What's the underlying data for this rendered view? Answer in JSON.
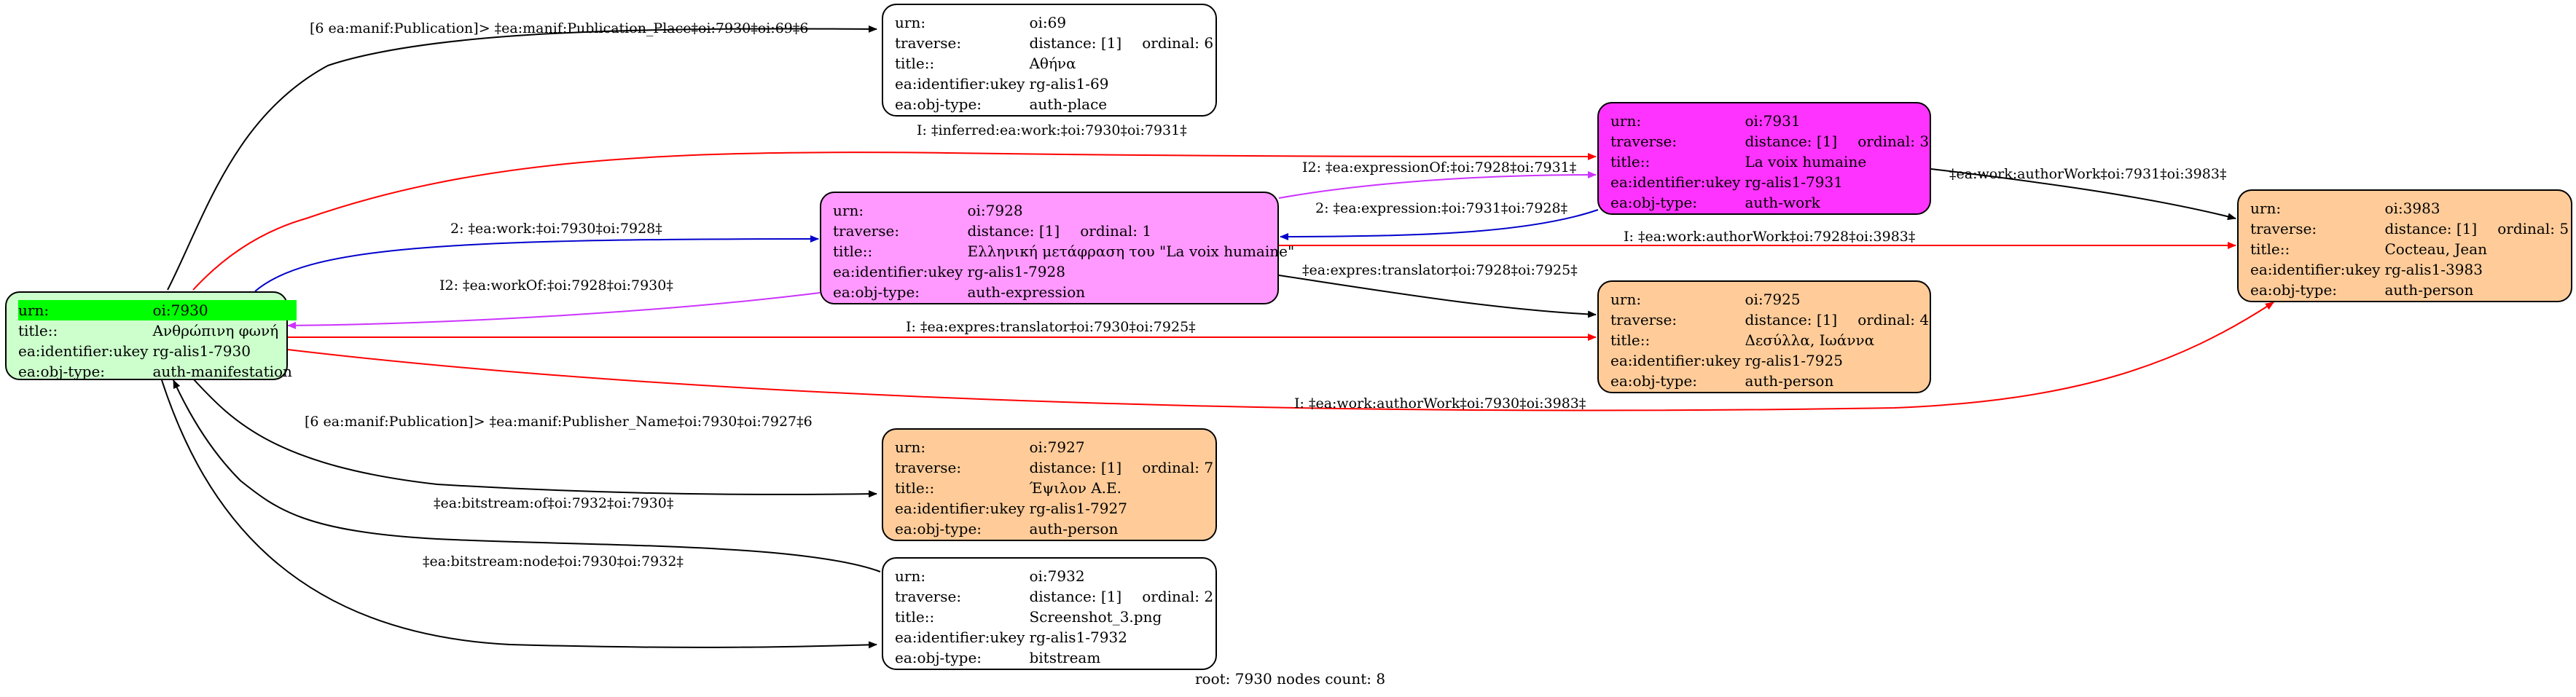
{
  "footer": "root: 7930 nodes count: 8",
  "colors": {
    "black": "#000000",
    "red": "#ff0000",
    "blue": "#0000cc",
    "magenta": "#cc33ff",
    "manifestation": "#ccffcc",
    "expression": "#ff99ff",
    "work": "#ff33ff",
    "person": "#ffcc99",
    "plain": "#ffffff",
    "root_highlight": "#00ff00"
  },
  "nodes": {
    "n7930": {
      "urn_k": "urn:",
      "urn_v": "oi:7930",
      "title_k": "title::",
      "title_v": "Ανθρώπινη φωνή",
      "ukey_k": "ea:identifier:ukey",
      "ukey_v": "rg-alis1-7930",
      "type_k": "ea:obj-type:",
      "type_v": "auth-manifestation"
    },
    "n69": {
      "urn_k": "urn:",
      "urn_v": "oi:69",
      "trav_k": "traverse:",
      "trav_v": "distance: [1]",
      "ord_v": "ordinal: 6",
      "title_k": "title::",
      "title_v": "Αθήνα",
      "ukey_k": "ea:identifier:ukey",
      "ukey_v": "rg-alis1-69",
      "type_k": "ea:obj-type:",
      "type_v": "auth-place"
    },
    "n7928": {
      "urn_k": "urn:",
      "urn_v": "oi:7928",
      "trav_k": "traverse:",
      "trav_v": "distance: [1]",
      "ord_v": "ordinal: 1",
      "title_k": "title::",
      "title_v": "Ελληνική μετάφραση του \"La voix humaine\"",
      "ukey_k": "ea:identifier:ukey",
      "ukey_v": "rg-alis1-7928",
      "type_k": "ea:obj-type:",
      "type_v": "auth-expression"
    },
    "n7931": {
      "urn_k": "urn:",
      "urn_v": "oi:7931",
      "trav_k": "traverse:",
      "trav_v": "distance: [1]",
      "ord_v": "ordinal: 3",
      "title_k": "title::",
      "title_v": "La voix humaine",
      "ukey_k": "ea:identifier:ukey",
      "ukey_v": "rg-alis1-7931",
      "type_k": "ea:obj-type:",
      "type_v": "auth-work"
    },
    "n3983": {
      "urn_k": "urn:",
      "urn_v": "oi:3983",
      "trav_k": "traverse:",
      "trav_v": "distance: [1]",
      "ord_v": "ordinal: 5",
      "title_k": "title::",
      "title_v": "Cocteau, Jean",
      "ukey_k": "ea:identifier:ukey",
      "ukey_v": "rg-alis1-3983",
      "type_k": "ea:obj-type:",
      "type_v": "auth-person"
    },
    "n7925": {
      "urn_k": "urn:",
      "urn_v": "oi:7925",
      "trav_k": "traverse:",
      "trav_v": "distance: [1]",
      "ord_v": "ordinal: 4",
      "title_k": "title::",
      "title_v": "Δεσύλλα, Ιωάννα",
      "ukey_k": "ea:identifier:ukey",
      "ukey_v": "rg-alis1-7925",
      "type_k": "ea:obj-type:",
      "type_v": "auth-person"
    },
    "n7927": {
      "urn_k": "urn:",
      "urn_v": "oi:7927",
      "trav_k": "traverse:",
      "trav_v": "distance: [1]",
      "ord_v": "ordinal: 7",
      "title_k": "title::",
      "title_v": "Έψιλον Α.Ε.",
      "ukey_k": "ea:identifier:ukey",
      "ukey_v": "rg-alis1-7927",
      "type_k": "ea:obj-type:",
      "type_v": "auth-person"
    },
    "n7932": {
      "urn_k": "urn:",
      "urn_v": "oi:7932",
      "trav_k": "traverse:",
      "trav_v": "distance: [1]",
      "ord_v": "ordinal: 2",
      "title_k": "title::",
      "title_v": "Screenshot_3.png",
      "ukey_k": "ea:identifier:ukey",
      "ukey_v": "rg-alis1-7932",
      "type_k": "ea:obj-type:",
      "type_v": "bitstream"
    }
  },
  "edges": [
    {
      "id": "e1",
      "label": "[6 ea:manif:Publication]> ‡ea:manif:Publication_Place‡oi:7930‡oi:69‡6",
      "color": "black"
    },
    {
      "id": "e2",
      "label": "I: ‡inferred:ea:work:‡oi:7930‡oi:7931‡",
      "color": "red"
    },
    {
      "id": "e3",
      "label": "2: ‡ea:work:‡oi:7930‡oi:7928‡",
      "color": "blue"
    },
    {
      "id": "e4",
      "label": "I2: ‡ea:workOf:‡oi:7928‡oi:7930‡",
      "color": "magenta"
    },
    {
      "id": "e5",
      "label": "I: ‡ea:expres:translator‡oi:7930‡oi:7925‡",
      "color": "red"
    },
    {
      "id": "e6",
      "label": "I: ‡ea:work:authorWork‡oi:7930‡oi:3983‡",
      "color": "red"
    },
    {
      "id": "e7",
      "label": "[6 ea:manif:Publication]> ‡ea:manif:Publisher_Name‡oi:7930‡oi:7927‡6",
      "color": "black"
    },
    {
      "id": "e8",
      "label": "‡ea:bitstream:of‡oi:7932‡oi:7930‡",
      "color": "black"
    },
    {
      "id": "e9",
      "label": "‡ea:bitstream:node‡oi:7930‡oi:7932‡",
      "color": "black"
    },
    {
      "id": "e10",
      "label": "I2: ‡ea:expressionOf:‡oi:7928‡oi:7931‡",
      "color": "magenta"
    },
    {
      "id": "e11",
      "label": "2: ‡ea:expression:‡oi:7931‡oi:7928‡",
      "color": "blue"
    },
    {
      "id": "e12",
      "label": "I: ‡ea:work:authorWork‡oi:7928‡oi:3983‡",
      "color": "red"
    },
    {
      "id": "e13",
      "label": "‡ea:expres:translator‡oi:7928‡oi:7925‡",
      "color": "black"
    },
    {
      "id": "e14",
      "label": "‡ea:work:authorWork‡oi:7931‡oi:3983‡",
      "color": "black"
    }
  ]
}
